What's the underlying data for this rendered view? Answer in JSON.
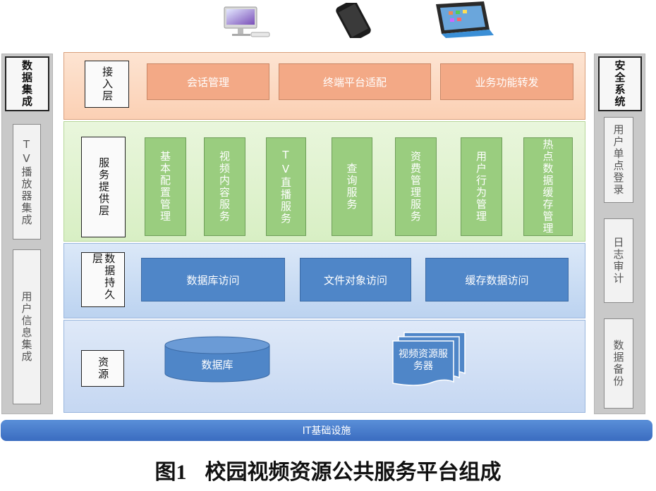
{
  "left_column": {
    "header": "数据集成",
    "items": [
      "TV播放器集成",
      "用户信息集成"
    ]
  },
  "right_column": {
    "header": "安全系统",
    "items": [
      "用户单点登录",
      "日志审计",
      "数据备份"
    ]
  },
  "access_layer": {
    "label": "接入层",
    "boxes": [
      "会话管理",
      "终端平台适配",
      "业务功能转发"
    ]
  },
  "service_layer": {
    "label": "服务提供层",
    "boxes": [
      "基本配置管理",
      "视频内容服务",
      "TV直播服务",
      "查询服务",
      "资费管理服务",
      "用户行为管理",
      "热点数据缓存管理"
    ]
  },
  "persistence_layer": {
    "label": "数据持久层",
    "boxes": [
      "数据库访问",
      "文件对象访问",
      "缓存数据访问"
    ]
  },
  "resource_layer": {
    "label": "资源",
    "database": "数据库",
    "server": "视频资源服务器"
  },
  "infrastructure": "IT基础设施",
  "caption": {
    "prefix": "图",
    "number": "1",
    "title": "校园视频资源公共服务平台组成"
  },
  "devices": [
    "desktop-icon",
    "smartphone-icon",
    "tablet-icon"
  ]
}
